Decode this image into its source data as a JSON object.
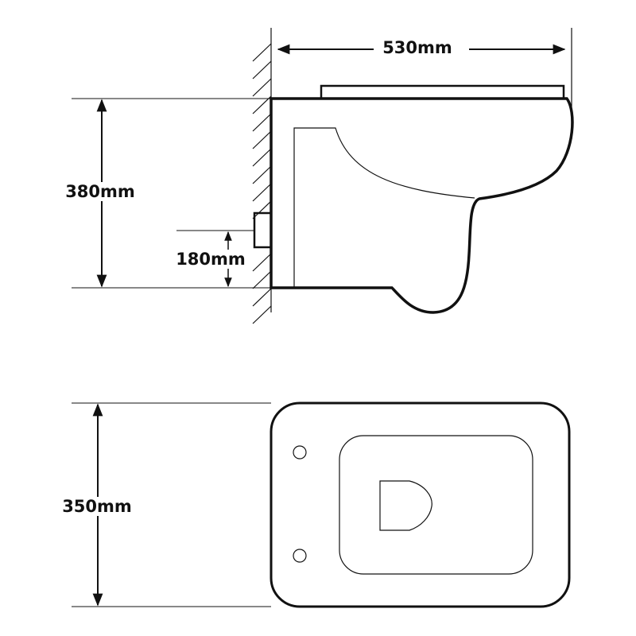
{
  "dimensions": {
    "width": "530mm",
    "height": "380mm",
    "waste_height": "180mm",
    "depth": "350mm"
  },
  "colors": {
    "line": "#111111",
    "background": "#ffffff"
  }
}
